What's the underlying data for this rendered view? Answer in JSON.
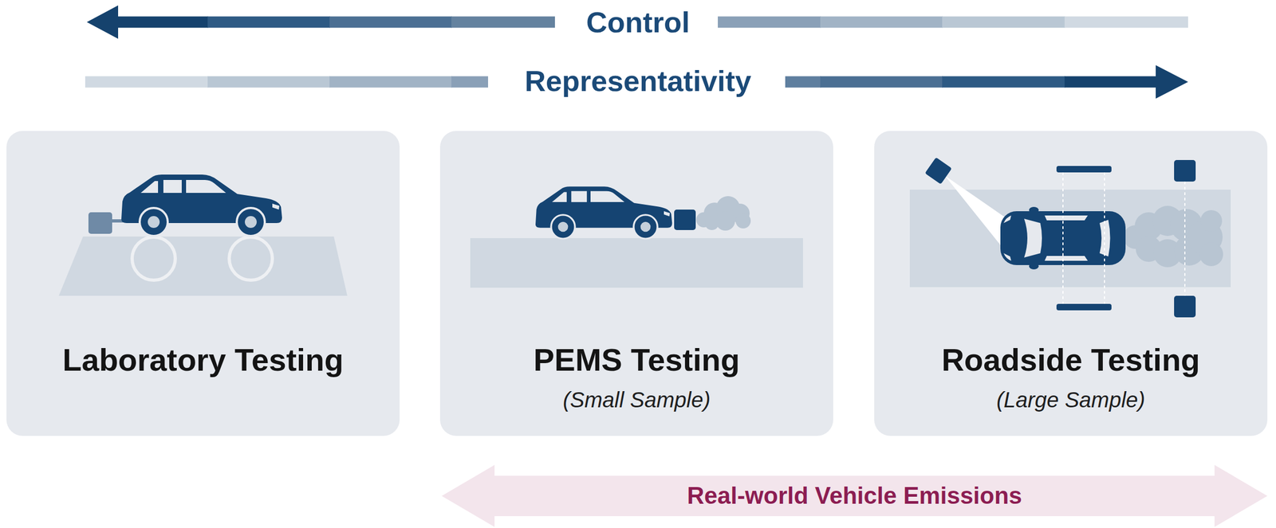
{
  "diagram": {
    "nodes": [
      {
        "text": [
          "Laboratory Testing"
        ]
      },
      {
        "text": [
          "PEMS Testing",
          "(Small Sample)"
        ]
      },
      {
        "text": [
          "Roadside Testing",
          "(Large Sample)"
        ]
      },
      {
        "text": [
          "Real-world Vehicle Emissions"
        ]
      }
    ],
    "labels": [
      "Control",
      "Representativity"
    ]
  }
}
